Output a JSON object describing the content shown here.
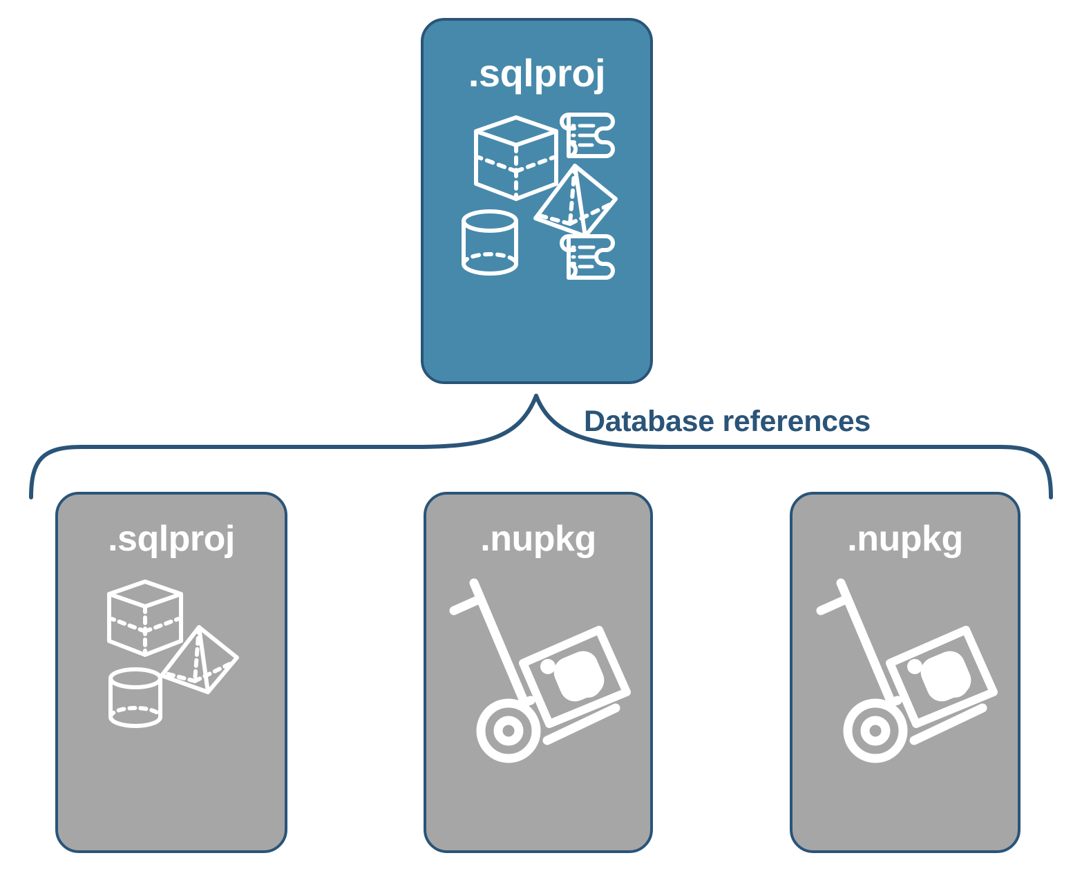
{
  "diagram": {
    "title": "Database references",
    "colors": {
      "accent_teal": "#4789ab",
      "border_navy": "#2a5478",
      "card_gray": "#a6a6a6",
      "icon_white": "#ffffff",
      "background": "#ffffff"
    }
  },
  "root_card": {
    "label": ".sqlproj",
    "fill": "teal",
    "icons": [
      "cube-icon",
      "scroll-icon",
      "pyramid-icon",
      "cylinder-icon",
      "scroll-icon"
    ]
  },
  "bracket": {
    "label": "Database references"
  },
  "reference_cards": [
    {
      "label": ".sqlproj",
      "fill": "gray",
      "icons": [
        "cube-icon",
        "pyramid-icon",
        "cylinder-icon"
      ]
    },
    {
      "label": ".nupkg",
      "fill": "gray",
      "icons": [
        "hand-truck-package-icon"
      ]
    },
    {
      "label": ".nupkg",
      "fill": "gray",
      "icons": [
        "hand-truck-package-icon"
      ]
    }
  ]
}
